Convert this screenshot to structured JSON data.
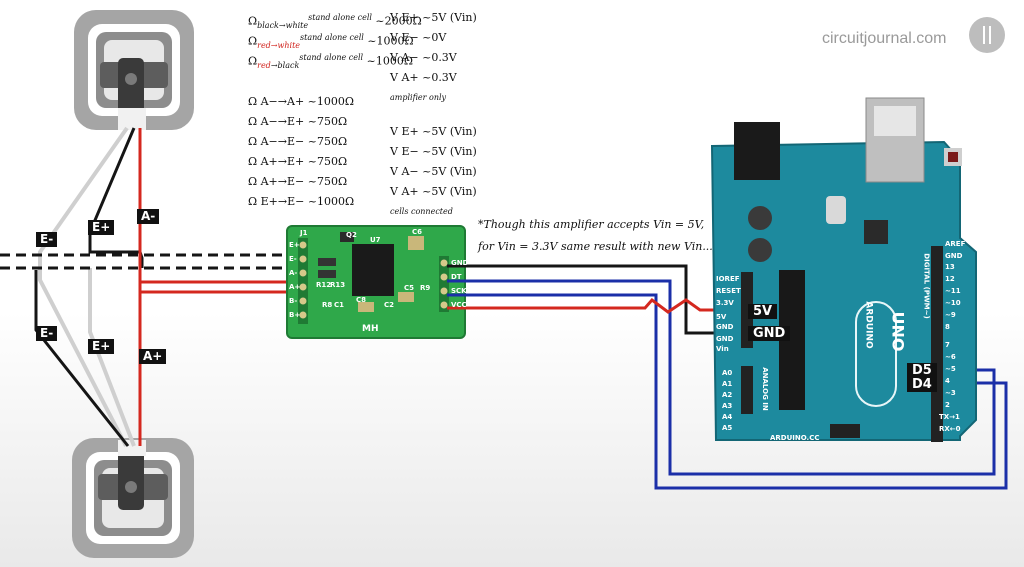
{
  "watermark": {
    "text": "circuitjournal.com"
  },
  "formulas_left_top": [
    "Ω black→white ~2000Ω",
    "Ω red→white ~1000Ω",
    "Ω red→black ~1000Ω"
  ],
  "formulas_left_bottom": [
    "Ω A−→A+ ~1000Ω",
    "Ω A−→E+ ~750Ω",
    "Ω A−→E− ~750Ω",
    "Ω A+→E+ ~750Ω",
    "Ω A+→E− ~750Ω",
    "Ω E+→E− ~1000Ω"
  ],
  "formulas_right_top": [
    "V E+ ~5V (Vin)",
    "V E− ~0V",
    "V A− ~0.3V",
    "V A+ ~0.3V"
  ],
  "formulas_right_bottom": [
    "V E+ ~5V (Vin)",
    "V E− ~5V (Vin)",
    "V A− ~5V (Vin)",
    "V A+ ~5V (Vin)"
  ],
  "superscripts": {
    "stand_alone": "stand alone cell",
    "amplifier_only": "amplifier only",
    "cells_connected": "cells connected"
  },
  "note": {
    "line1": "*Though this amplifier accepts Vin = 5V,",
    "line2": "for Vin = 3.3V same result with new Vin..."
  },
  "wire_labels": {
    "a_minus": "A-",
    "a_plus": "A+",
    "e_plus_top": "E+",
    "e_minus_top": "E-",
    "e_minus_bottom": "E-",
    "e_plus_bottom": "E+"
  },
  "arduino_labels": {
    "five_v": "5V",
    "gnd": "GND",
    "d5": "D5",
    "d4": "D4"
  },
  "hx711": {
    "left_pins": [
      "E+",
      "E-",
      "A-",
      "A+",
      "B-",
      "B+"
    ],
    "right_pins": [
      "GND",
      "DT",
      "SCK",
      "VCC"
    ],
    "silkscreen": [
      "J1",
      "Q2",
      "U7",
      "C6",
      "R12",
      "R13",
      "R8",
      "C1",
      "C2",
      "C8",
      "C5",
      "R9",
      "MH"
    ]
  },
  "arduino_board": {
    "brand": "ARDUINO",
    "model": "UNO",
    "footer": "ARDUINO.CC",
    "power_pins": [
      "IOREF",
      "RESET",
      "3.3V",
      "5V",
      "GND",
      "GND",
      "Vin"
    ],
    "analog_pins": [
      "A0",
      "A1",
      "A2",
      "A3",
      "A4",
      "A5"
    ],
    "analog_header": "ANALOG IN",
    "digital_pins": [
      "AREF",
      "GND",
      "13",
      "12",
      "~11",
      "~10",
      "~9",
      "8",
      "7",
      "~6",
      "~5",
      "4",
      "~3",
      "2",
      "TX→1",
      "RX←0"
    ],
    "digital_header": "DIGITAL (PWM~)",
    "reset_label": "RESET"
  },
  "colors": {
    "red_wire": "#d4281f",
    "black_wire": "#151515",
    "white_wire": "#cfcfcf",
    "blue_wire": "#1b2fa8",
    "hx711_pcb": "#2fa84a",
    "arduino_pcb": "#1d8a9e"
  }
}
